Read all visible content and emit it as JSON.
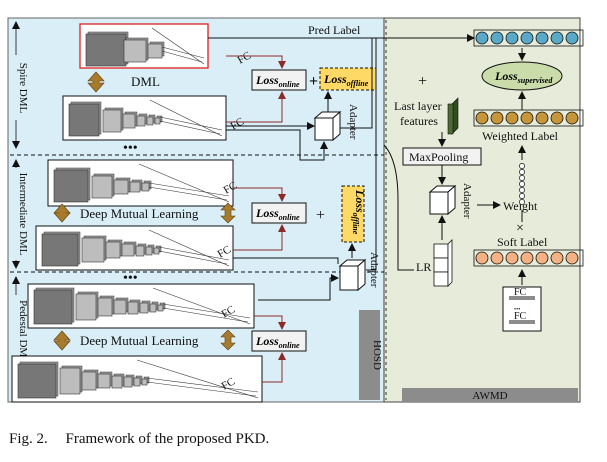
{
  "diagram": {
    "pred_label": "Pred Label",
    "plus": "+",
    "dml_label": "DML",
    "deep_mutual_learning": "Deep Mutual Learning",
    "fc": "FC",
    "ellipsis": "•••",
    "loss_online_main": "Loss",
    "loss_online_sub": "online",
    "loss_offline_main": "Loss",
    "loss_offline_sub": "offline",
    "loss_supervised_main": "Loss",
    "loss_supervised_sub": "supervised",
    "adapter": "Adapter",
    "hosd": "HOSD",
    "awmd": "AWMD",
    "spire_dml": "Spire DML",
    "intermediate_dml": "Intermediate DML",
    "pedestal_dml": "Pedestal DML",
    "last_layer_features_1": "Last layer",
    "last_layer_features_2": "features",
    "maxpooling": "MaxPooling",
    "lr": "LR",
    "weight": "Weight",
    "weighted_label": "Weighted Label",
    "soft_label": "Soft Label",
    "times": "×",
    "colors": {
      "left_panel": "#d9eef6",
      "right_panel": "#e6ecd9",
      "pred_node": "#5aa9c8",
      "weighted_node": "#c7963a",
      "soft_node": "#f4b183",
      "supervised_oval": "#c9dcaa",
      "offline_box": "#ffd966",
      "bidir_arrow": "#a87b2c",
      "arrow_red": "#8b2a2a",
      "gray_bar": "#8c8c8c",
      "lr_green": "#4f6b33"
    }
  },
  "caption": {
    "number": "Fig. 2.",
    "text": "Framework of the proposed PKD."
  }
}
